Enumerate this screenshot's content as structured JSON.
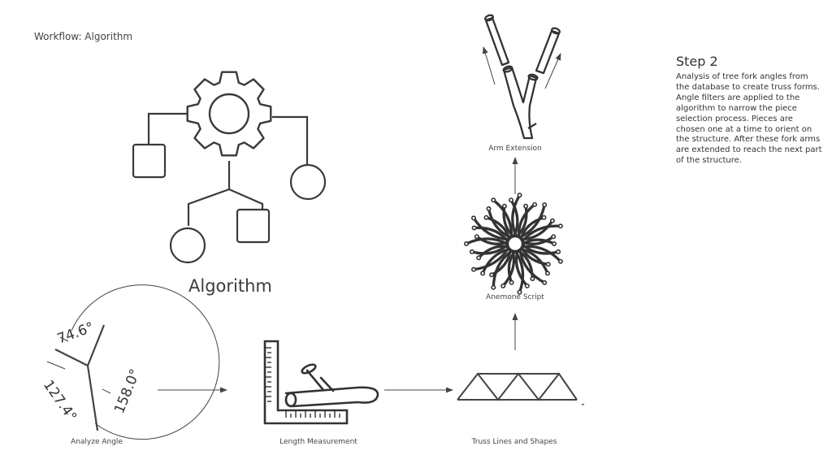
{
  "header": {
    "title": "Workflow: Algorithm"
  },
  "algorithm": {
    "label": "Algorithm"
  },
  "nodes": {
    "analyze_angle": "Analyze Angle",
    "length_measurement": "Length Measurement",
    "truss_lines": "Truss Lines and Shapes",
    "anemone_script": "Anemone Script",
    "arm_extension": "Arm Extension"
  },
  "angles": {
    "a1": "74.6°",
    "a2": "127.4°",
    "a3": "158.0°"
  },
  "step": {
    "title": "Step 2",
    "body": "Analysis of tree fork angles from the database to create truss forms. Angle filters are applied to the algorithm to narrow the piece selection process. Pieces are chosen one at a time to orient on the structure. After these fork arms are extended to reach the next part of the structure."
  }
}
